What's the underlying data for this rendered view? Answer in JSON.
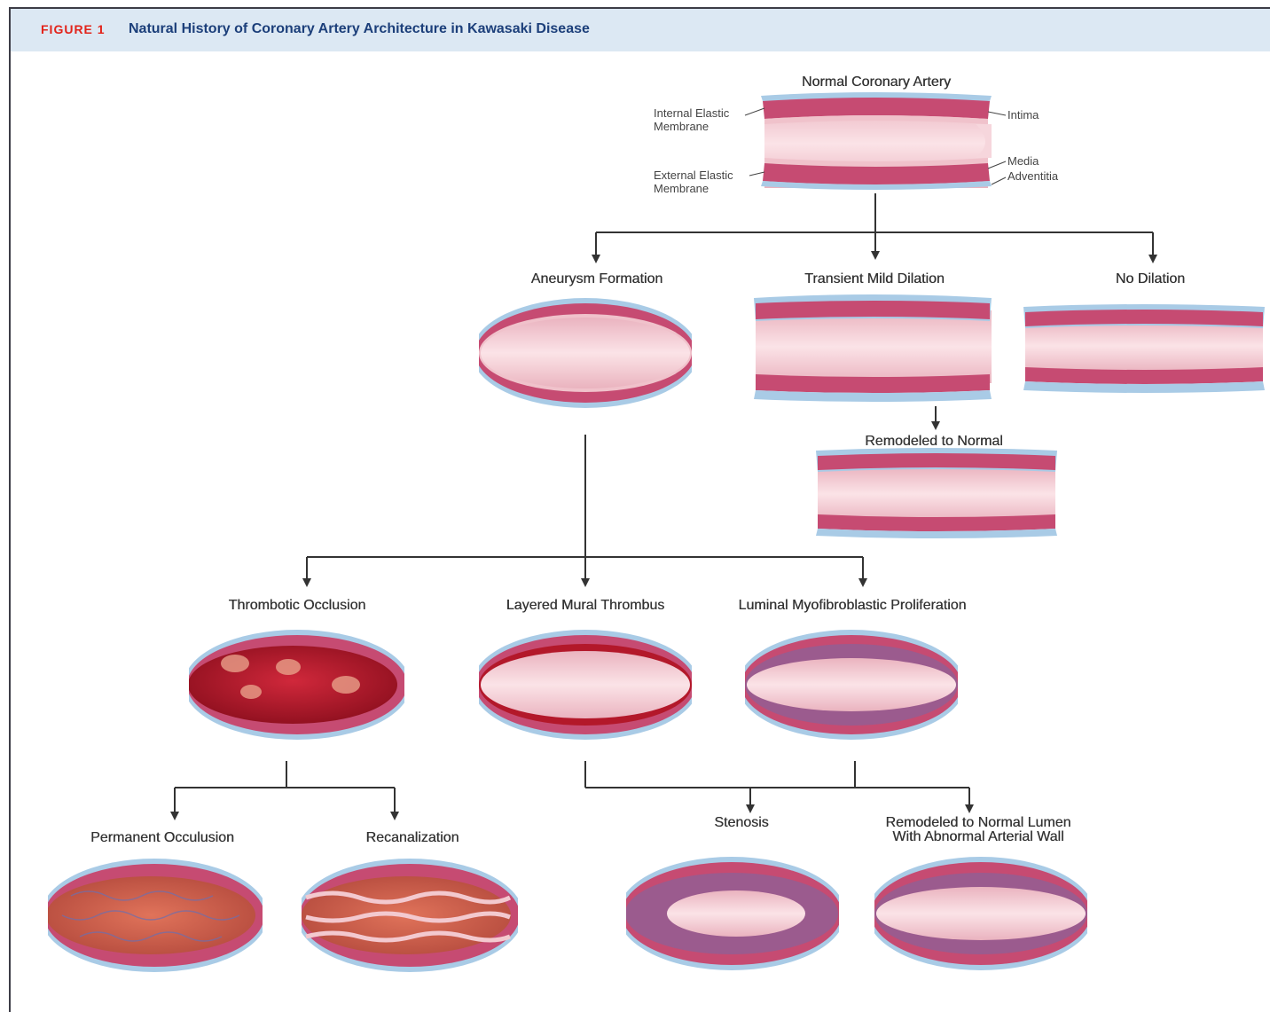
{
  "figure": {
    "number": "FIGURE 1",
    "title": "Natural History of Coronary Artery Architecture in Kawasaki Disease"
  },
  "normal": {
    "title": "Normal Coronary Artery",
    "labels": {
      "internal_elastic_1": "Internal Elastic",
      "internal_elastic_2": "Membrane",
      "external_elastic_1": "External Elastic",
      "external_elastic_2": "Membrane",
      "intima": "Intima",
      "media": "Media",
      "adventitia": "Adventitia"
    }
  },
  "stage1": {
    "aneurysm": "Aneurysm Formation",
    "transient": "Transient Mild Dilation",
    "no_dilation": "No Dilation",
    "remodeled": "Remodeled to Normal"
  },
  "stage2": {
    "thrombotic": "Thrombotic Occlusion",
    "layered": "Layered Mural Thrombus",
    "luminal": "Luminal Myofibroblastic Proliferation"
  },
  "stage3": {
    "permanent": "Permanent Occulusion",
    "recanalization": "Recanalization",
    "stenosis": "Stenosis",
    "remodeled_lumen_1": "Remodeled to Normal Lumen",
    "remodeled_lumen_2": "With Abnormal Arterial Wall"
  },
  "colors": {
    "adventitia": "#a9cbe6",
    "media": "#c64b72",
    "intima": "#f0c2cb",
    "lumen": "#f4cdd3",
    "thrombus": "#b3182a",
    "proliferation": "#9b5b8e",
    "arrow": "#333333",
    "title_red": "#e2231a",
    "title_blue": "#1c3f7a",
    "header_bg": "#dce8f3"
  }
}
